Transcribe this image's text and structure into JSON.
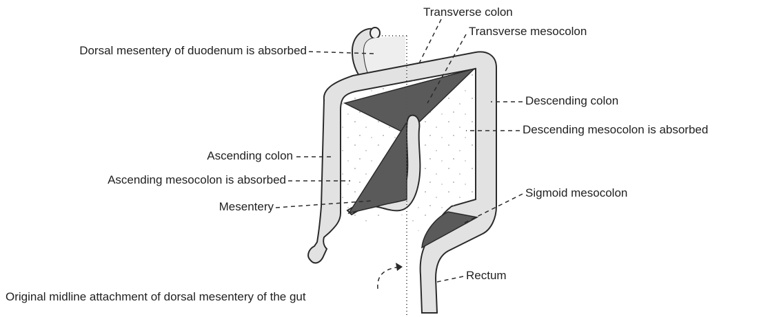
{
  "labels": {
    "transverse_colon": "Transverse colon",
    "transverse_mesocolon": "Transverse mesocolon",
    "dorsal_mesentery_duodenum": "Dorsal mesentery of duodenum is absorbed",
    "descending_colon": "Descending colon",
    "ascending_colon": "Ascending colon",
    "descending_mesocolon": "Descending mesocolon is absorbed",
    "ascending_mesocolon": "Ascending mesocolon is absorbed",
    "sigmoid_mesocolon": "Sigmoid mesocolon",
    "mesentery": "Mesentery",
    "rectum": "Rectum",
    "midline_attachment": "Original midline attachment of dorsal mesentery of the gut"
  },
  "colors": {
    "gut_fill": "#e2e2e2",
    "mesentery_dark": "#5a5a5a",
    "outline": "#2a2a2a",
    "text": "#1f1f1f"
  }
}
